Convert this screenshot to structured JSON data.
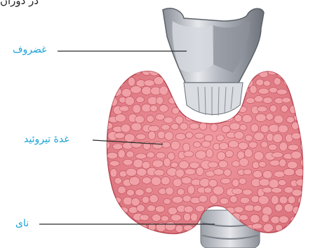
{
  "header": {
    "text": "در دوران"
  },
  "labels": {
    "cartilage": "غضروف",
    "thyroid": "غدهٔ تیروئید",
    "trachea": "نای"
  },
  "colors": {
    "label_text": "#1aa3d9",
    "leader_line": "#2b2b2b",
    "thyroid_fill": "#e8838b",
    "thyroid_lobule": "#f3a8ad",
    "thyroid_outline": "#b84a55",
    "cartilage_fill": "#c9ccd3",
    "cartilage_dark": "#7f838c",
    "trachea_fill": "#cfd2d8"
  }
}
